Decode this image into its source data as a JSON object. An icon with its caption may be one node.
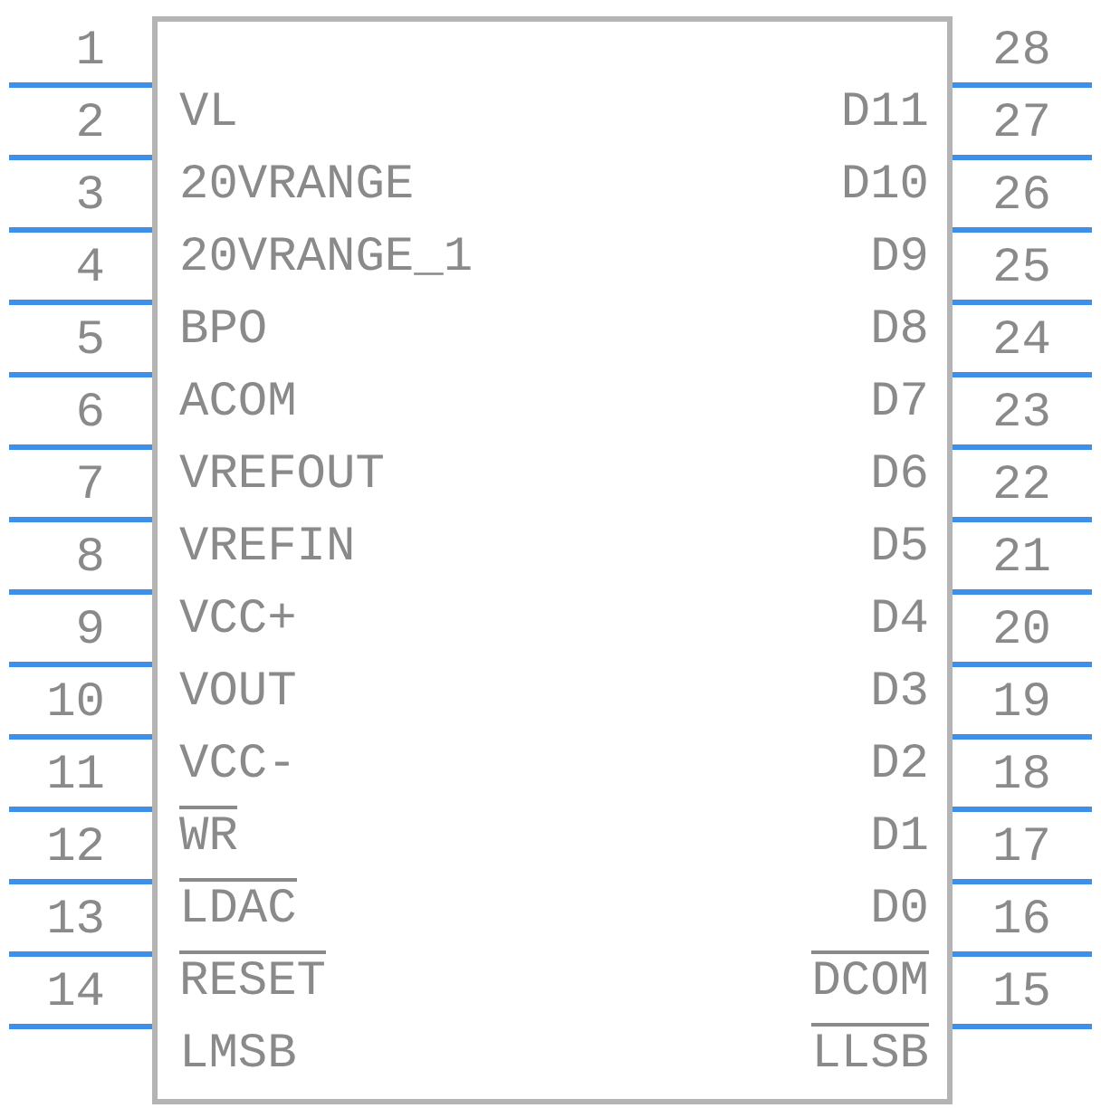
{
  "diagram": {
    "nodes": [
      {
        "text": [],
        "shape": "box"
      },
      {
        "text": [
          "VL"
        ],
        "in": 0,
        "beside": [
          "1"
        ]
      },
      {
        "text": [
          "20VRANGE"
        ],
        "in": 0,
        "beside": [
          "2"
        ]
      },
      {
        "text": [
          "20VRANGE_1"
        ],
        "in": 0,
        "beside": [
          "3"
        ]
      },
      {
        "text": [
          "BPO"
        ],
        "in": 0,
        "beside": [
          "4"
        ]
      },
      {
        "text": [
          "ACOM"
        ],
        "in": 0,
        "beside": [
          "5"
        ]
      },
      {
        "text": [
          "VREFOUT"
        ],
        "in": 0,
        "beside": [
          "6"
        ]
      },
      {
        "text": [
          "VREFIN"
        ],
        "in": 0,
        "beside": [
          "7"
        ]
      },
      {
        "text": [
          "VCC+"
        ],
        "in": 0,
        "beside": [
          "8"
        ]
      },
      {
        "text": [
          "VOUT"
        ],
        "in": 0,
        "beside": [
          "9"
        ]
      },
      {
        "text": [
          "VCC-"
        ],
        "in": 0,
        "beside": [
          "10"
        ]
      },
      {
        "text": [
          "WR"
        ],
        "in": 0,
        "beside": [
          "11"
        ]
      },
      {
        "text": [
          "LDAC"
        ],
        "in": 0,
        "beside": [
          "12"
        ]
      },
      {
        "text": [
          "RESET"
        ],
        "in": 0,
        "beside": [
          "13"
        ]
      },
      {
        "text": [
          "LMSB"
        ],
        "in": 0,
        "beside": [
          "14"
        ]
      },
      {
        "text": [
          "D11"
        ],
        "in": 0,
        "beside": [
          "28"
        ]
      },
      {
        "text": [
          "D10"
        ],
        "in": 0,
        "beside": [
          "27"
        ]
      },
      {
        "text": [
          "D9"
        ],
        "in": 0,
        "beside": [
          "26"
        ]
      },
      {
        "text": [
          "D8"
        ],
        "in": 0,
        "beside": [
          "25"
        ]
      },
      {
        "text": [
          "D7"
        ],
        "in": 0,
        "beside": [
          "24"
        ]
      },
      {
        "text": [
          "D6"
        ],
        "in": 0,
        "beside": [
          "23"
        ]
      },
      {
        "text": [
          "D5"
        ],
        "in": 0,
        "beside": [
          "22"
        ]
      },
      {
        "text": [
          "D4"
        ],
        "in": 0,
        "beside": [
          "21"
        ]
      },
      {
        "text": [
          "D3"
        ],
        "in": 0,
        "beside": [
          "20"
        ]
      },
      {
        "text": [
          "D2"
        ],
        "in": 0,
        "beside": [
          "19"
        ]
      },
      {
        "text": [
          "D1"
        ],
        "in": 0,
        "beside": [
          "18"
        ]
      },
      {
        "text": [
          "D0"
        ],
        "in": 0,
        "beside": [
          "17"
        ]
      },
      {
        "text": [
          "DCOM"
        ],
        "in": 0,
        "beside": [
          "16"
        ]
      },
      {
        "text": [
          "LLSB"
        ],
        "in": 0,
        "beside": [
          "15"
        ]
      }
    ]
  }
}
